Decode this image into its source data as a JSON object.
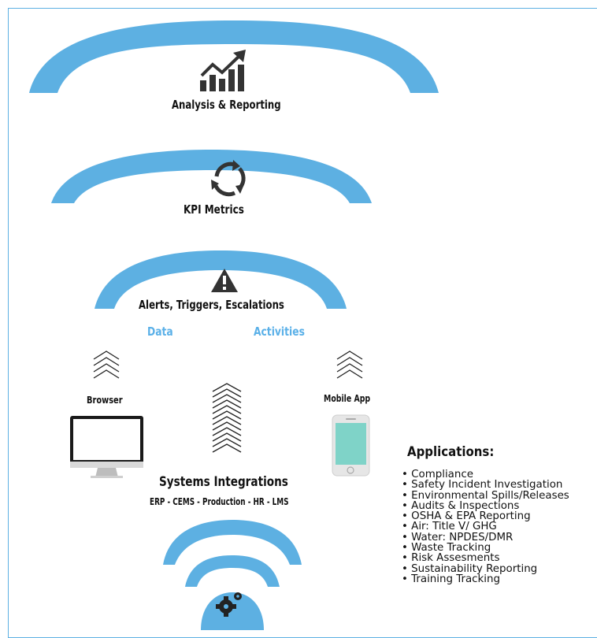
{
  "layers": {
    "analysis": "Analysis & Reporting",
    "kpi": "KPI Metrics",
    "alerts": "Alerts, Triggers, Escalations"
  },
  "labels": {
    "data": "Data",
    "activities": "Activities",
    "browser": "Browser",
    "mobile_app": "Mobile App",
    "systems": "Systems Integrations",
    "systems_sub": "ERP - CEMS - Production - HR - LMS"
  },
  "applications": {
    "title": "Applications:",
    "items": [
      "Compliance",
      "Safety Incident Investigation",
      "Environmental  Spills/Releases",
      "Audits & Inspections",
      "OSHA & EPA Reporting",
      "Air: Title V/ GHG",
      "Water: NPDES/DMR",
      "Waste Tracking",
      "Risk Assesments",
      "Sustainability Reporting",
      "Training Tracking"
    ]
  },
  "icons": [
    "chart-icon",
    "cycle-icon",
    "warning-icon",
    "chevron-up-icon",
    "monitor-icon",
    "phone-icon",
    "gear-icon"
  ],
  "colors": {
    "arc": "#5db0e2",
    "accent_text": "#5ab0e8",
    "border": "#5db0e2"
  }
}
